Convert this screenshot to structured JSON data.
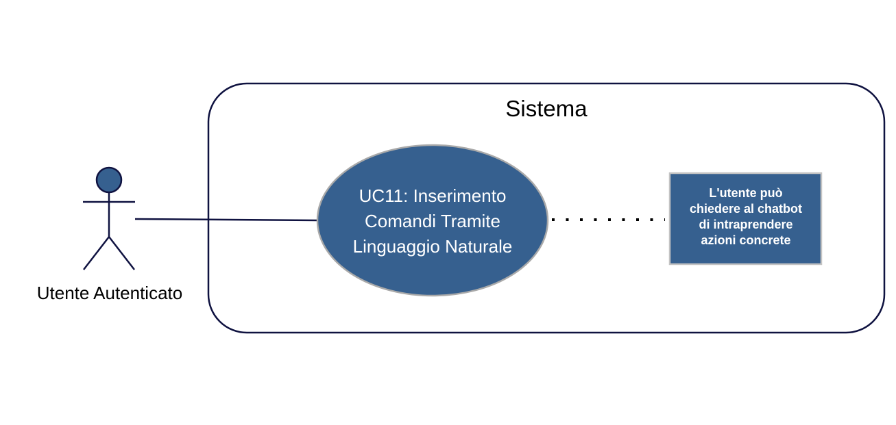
{
  "system": {
    "title": "Sistema"
  },
  "actor": {
    "label": "Utente Autenticato"
  },
  "use_case": {
    "lines": [
      "UC11: Inserimento",
      "Comandi Tramite",
      "Linguaggio Naturale"
    ]
  },
  "note": {
    "lines": [
      "L'utente può",
      "chiedere al chatbot",
      "di intraprendere",
      "azioni concrete"
    ]
  },
  "colors": {
    "fill": "#36608f",
    "stroke": "#0f1240",
    "note_border": "#c3c3c3",
    "ellipse_border": "#a9a9a9"
  }
}
